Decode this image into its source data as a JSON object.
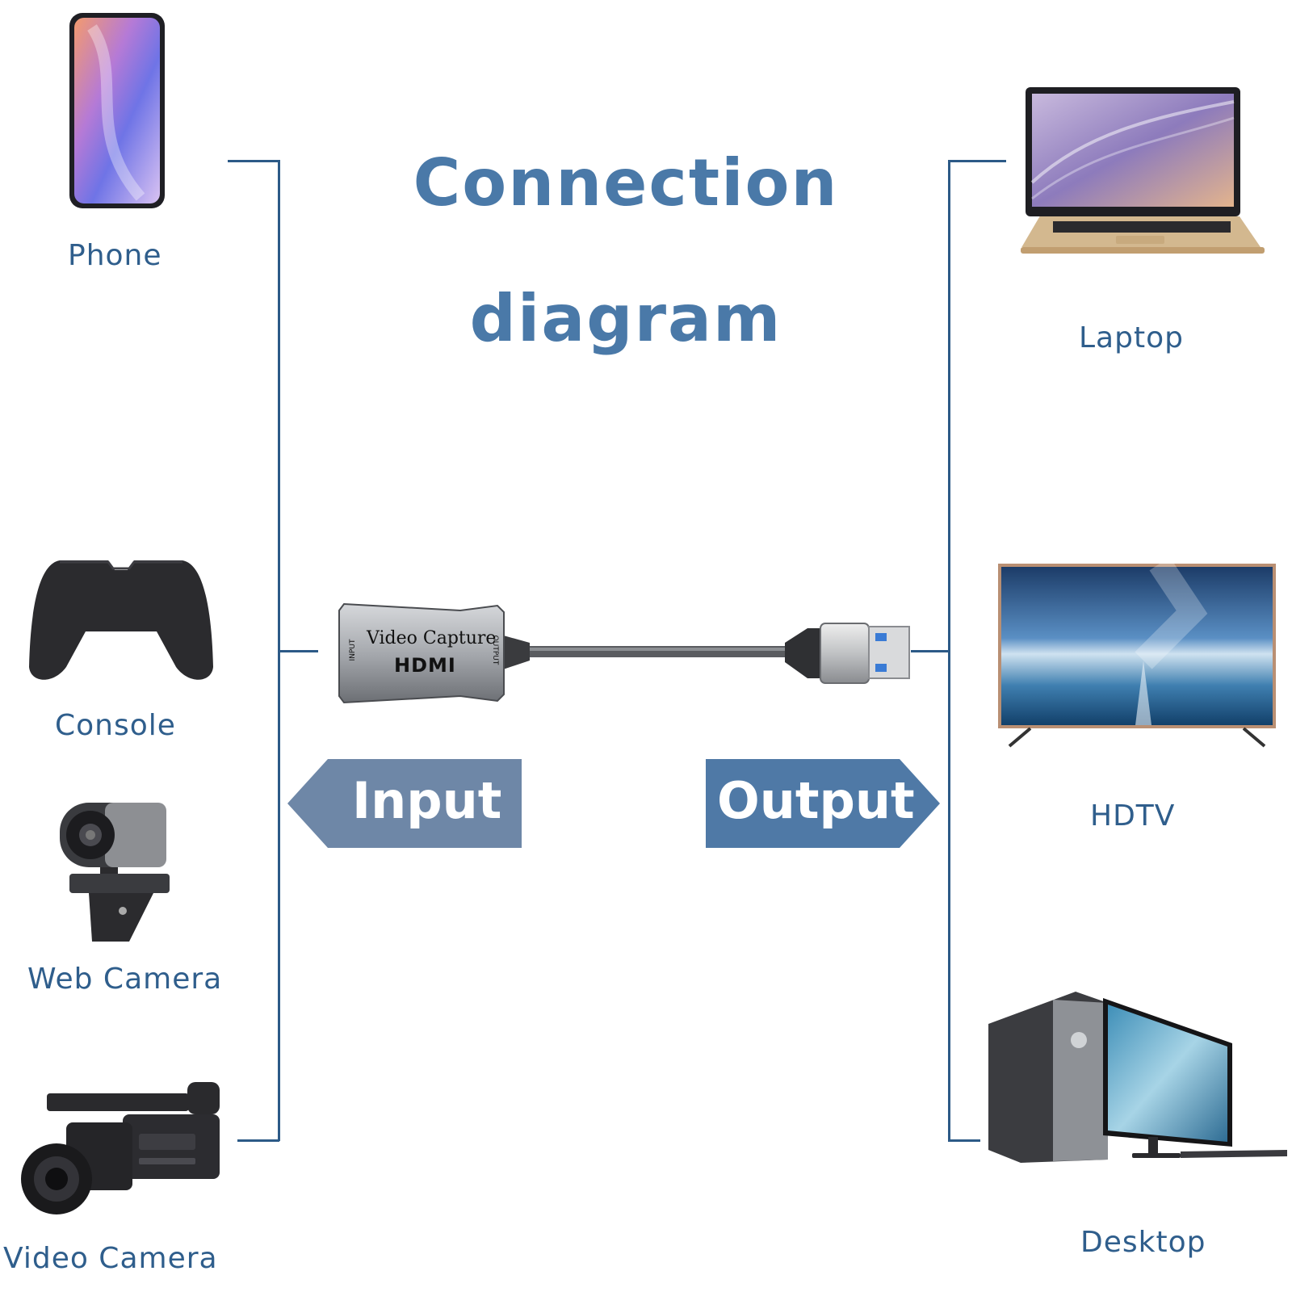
{
  "title": {
    "line1": "Connection",
    "line2": "diagram"
  },
  "inputs": [
    {
      "label": "Phone",
      "icon": "phone-icon"
    },
    {
      "label": "Console",
      "icon": "gamepad-icon"
    },
    {
      "label": "Web Camera",
      "icon": "webcam-icon"
    },
    {
      "label": "Video Camera",
      "icon": "camcorder-icon"
    }
  ],
  "outputs": [
    {
      "label": "Laptop",
      "icon": "laptop-icon"
    },
    {
      "label": "HDTV",
      "icon": "tv-icon"
    },
    {
      "label": "Desktop",
      "icon": "desktop-icon"
    }
  ],
  "device": {
    "name": "Video Capture",
    "model": "HDMI",
    "input_port": "INPUT",
    "output_port": "OUTPUT"
  },
  "arrows": {
    "input": "Input",
    "output": "Output"
  },
  "colors": {
    "text": "#2f5e8c",
    "title": "#4a79a8",
    "line": "#2c5a87",
    "input_arrow": "#6e87a7",
    "output_arrow": "#4f79a6"
  }
}
